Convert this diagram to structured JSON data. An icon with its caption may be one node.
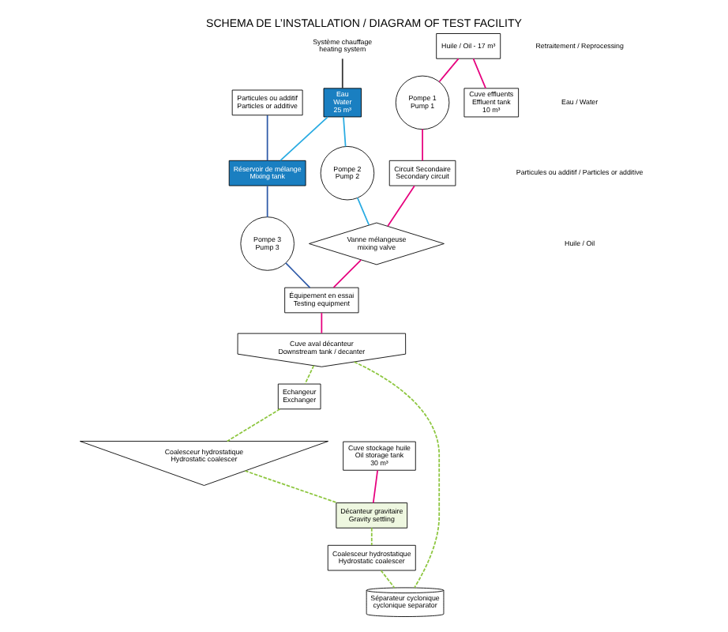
{
  "diagram": {
    "title": "SCHEMA DE L’INSTALLATION / DIAGRAM OF TEST FACILITY",
    "nodes": [
      {
        "text": [
          "Particules ou additif",
          "Particles or additive"
        ]
      },
      {
        "text": [
          "Réservoir de mélange",
          "Mixing tank"
        ]
      },
      {
        "text": [
          "Eau",
          "Water",
          "25 m³"
        ]
      },
      {
        "text": [
          "Système chauffage",
          "heating system"
        ]
      },
      {
        "text": [
          "Pompe 2",
          "Pump 2"
        ]
      },
      {
        "text": [
          "Vanne mélangeuse",
          "mixing valve"
        ]
      },
      {
        "text": [
          "Pompe 3",
          "Pump 3"
        ]
      },
      {
        "text": [
          "Coalesceur hydrostatique",
          "Hydrostatic coalescer"
        ]
      },
      {
        "text": [
          "Équipement en essai",
          "Testing equipment"
        ]
      },
      {
        "text": [
          "Cuve aval décanteur",
          "Downstream tank / decanter"
        ]
      },
      {
        "text": [
          "Décanteur gravitaire",
          "Gravity settling"
        ]
      },
      {
        "text": [
          "Echangeur",
          "Exchanger"
        ]
      },
      {
        "text": [
          "Cuve stockage huile",
          "Oil storage tank",
          "30 m³"
        ]
      },
      {
        "text": [
          "Circuit Secondaire",
          "Secondary circuit"
        ]
      },
      {
        "text": [
          "Pompe 1",
          "Pump 1"
        ]
      },
      {
        "text": [
          "Coalesceur hydrostatique",
          "Hydrostatic coalescer"
        ]
      },
      {
        "text": [
          "Cuve effluents",
          "Effluent tank",
          "10 m³"
        ]
      },
      {
        "text": [
          "Huile / Oil - 17 m³"
        ]
      },
      {
        "text": [
          "Séparateur cyclonique",
          "cyclonique separator"
        ]
      }
    ],
    "edges": [
      {
        "from": 0,
        "to": 1,
        "arrow": "none",
        "color": "#2e5aa8"
      },
      {
        "from": 3,
        "to": 2,
        "arrow": "none",
        "color": "#333333"
      },
      {
        "from": 2,
        "to": 4,
        "arrow": "none",
        "color": "#29abe2"
      },
      {
        "from": 2,
        "to": 1,
        "arrow": "none",
        "color": "#29abe2"
      },
      {
        "from": 4,
        "to": 5,
        "arrow": "none",
        "color": "#29abe2"
      },
      {
        "from": 1,
        "to": 6,
        "arrow": "none",
        "color": "#2e5aa8"
      },
      {
        "from": 6,
        "to": 8,
        "arrow": "none",
        "color": "#2e5aa8"
      },
      {
        "from": 5,
        "to": 8,
        "arrow": "none",
        "color": "#e6007e"
      },
      {
        "from": 13,
        "to": 5,
        "arrow": "none",
        "color": "#e6007e"
      },
      {
        "from": 14,
        "to": 13,
        "arrow": "none",
        "color": "#e6007e"
      },
      {
        "from": 17,
        "to": 14,
        "arrow": "none",
        "color": "#e6007e"
      },
      {
        "from": 17,
        "to": 16,
        "arrow": "none",
        "color": "#e6007e"
      },
      {
        "from": 12,
        "to": 10,
        "arrow": "none",
        "color": "#e6007e"
      },
      {
        "from": 8,
        "to": 9,
        "arrow": "none",
        "color": "#e6007e"
      },
      {
        "from": 9,
        "to": 11,
        "arrow": "none",
        "style": "dashed",
        "color": "#8dc63f"
      },
      {
        "from": 11,
        "to": 7,
        "arrow": "none",
        "style": "dashed",
        "color": "#8dc63f"
      },
      {
        "from": 7,
        "to": 10,
        "arrow": "none",
        "style": "dashed",
        "color": "#8dc63f"
      },
      {
        "from": 10,
        "to": 15,
        "arrow": "none",
        "style": "dashed",
        "color": "#8dc63f"
      },
      {
        "from": 15,
        "to": 18,
        "arrow": "none",
        "style": "dashed",
        "color": "#8dc63f"
      },
      {
        "from": 9,
        "to": 18,
        "arrow": "none",
        "style": "dashed",
        "color": "#8dc63f"
      }
    ],
    "legend": [
      {
        "text": "Retraitement / Reprocessing"
      },
      {
        "text": "Eau / Water"
      },
      {
        "text": "Particules ou additif / Particles or additive"
      },
      {
        "text": "Huile / Oil"
      }
    ]
  }
}
